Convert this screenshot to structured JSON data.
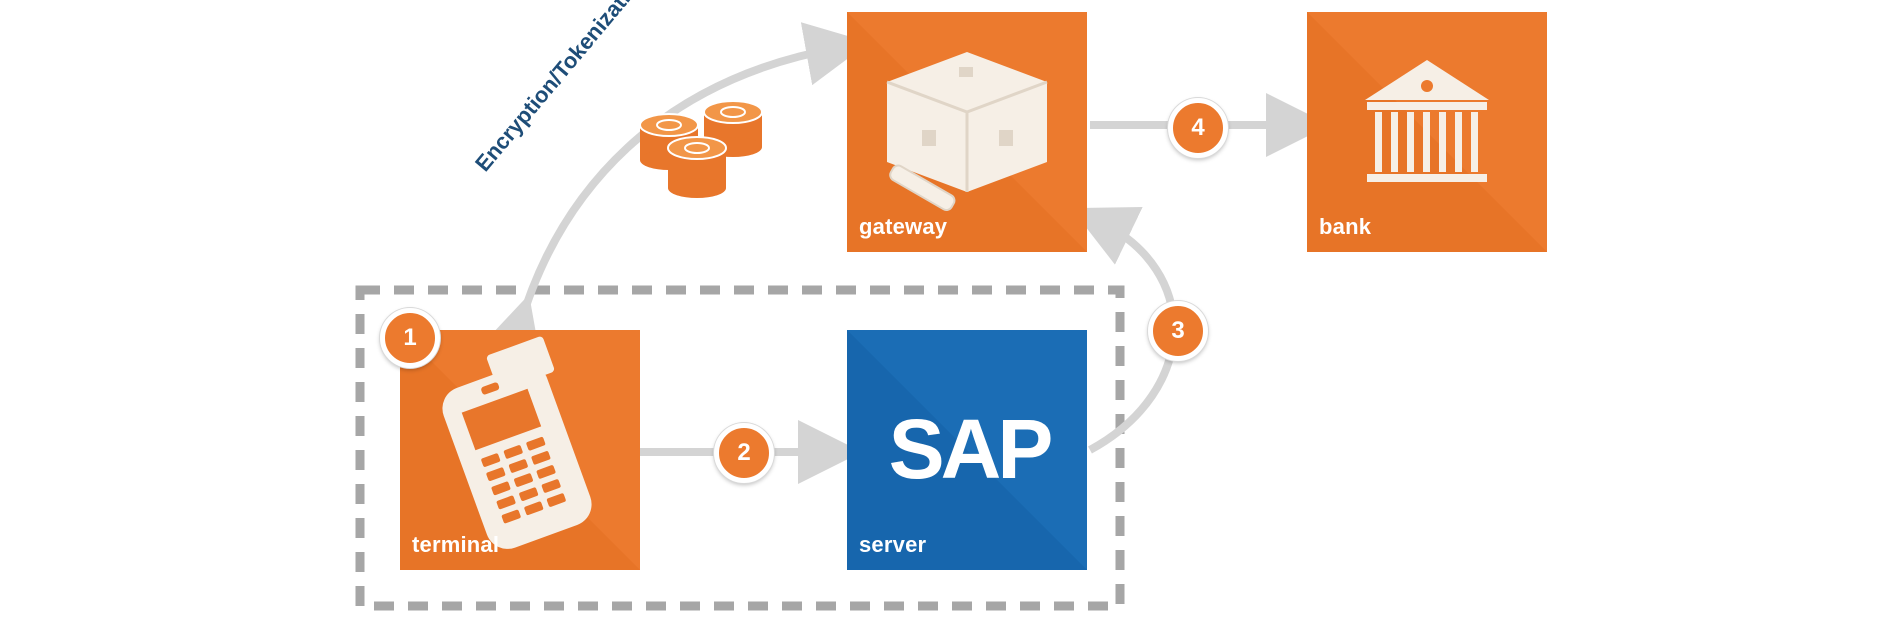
{
  "diagram": {
    "nodes": {
      "gateway": {
        "label": "gateway"
      },
      "bank": {
        "label": "bank"
      },
      "terminal": {
        "label": "terminal"
      },
      "server": {
        "label": "server",
        "logo_text": "SAP"
      }
    },
    "steps": [
      "1",
      "2",
      "3",
      "4"
    ],
    "annotation": "Encryption/Tokenization on swipe",
    "colors": {
      "orange": "#ec7a2e",
      "blue": "#1b6db5",
      "arrow_gray": "#d4d4d4",
      "dashed_border": "#a6a6a6",
      "annotation_text": "#1e4d78",
      "icon_cream": "#f6efe6"
    }
  }
}
